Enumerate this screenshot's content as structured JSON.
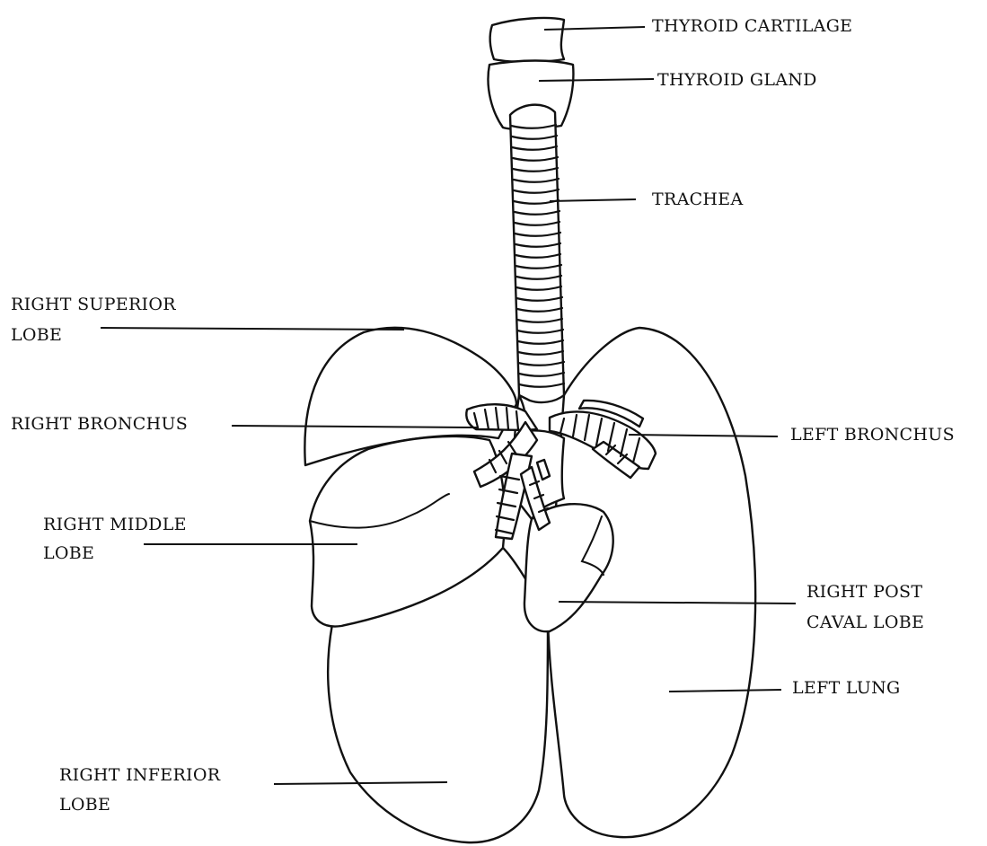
{
  "labels": {
    "thyroid_cartilage": "THYROID CARTILAGE",
    "thyroid_gland": "THYROID GLAND",
    "trachea": "TRACHEA",
    "right_superior_lobe_1": "RIGHT SUPERIOR",
    "right_superior_lobe_2": "LOBE",
    "right_bronchus": "RIGHT BRONCHUS",
    "left_bronchus": "LEFT BRONCHUS",
    "right_middle_lobe_1": "RIGHT MIDDLE",
    "right_middle_lobe_2": "LOBE",
    "right_post_caval_lobe_1": "RIGHT POST",
    "right_post_caval_lobe_2": "CAVAL LOBE",
    "left_lung": "LEFT LUNG",
    "right_inferior_lobe_1": "RIGHT INFERIOR",
    "right_inferior_lobe_2": "LOBE"
  }
}
